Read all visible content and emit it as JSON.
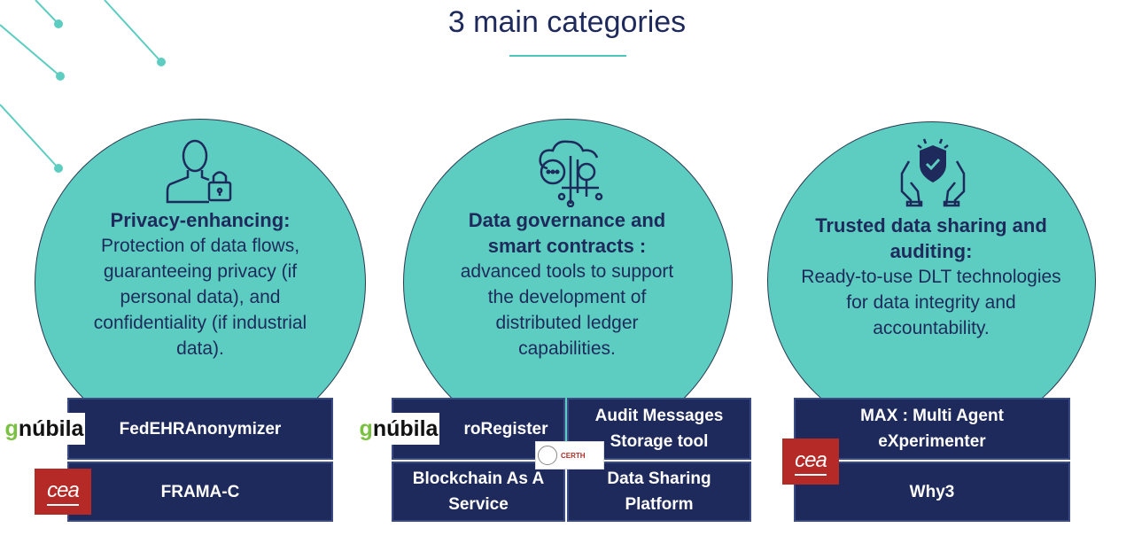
{
  "title": "3 main categories",
  "colors": {
    "navy": "#1f2a5c",
    "teal": "#5ccdc0",
    "accent_line": "#4cc5bd",
    "cea_red": "#b52a26",
    "gnubila_green": "#7ac142"
  },
  "categories": [
    {
      "icon": "user-lock-icon",
      "heading": "Privacy-enhancing:",
      "lines": [
        "Protection of data flows,",
        "guaranteeing privacy (if",
        "personal data), and",
        "confidentiality (if industrial",
        "data)."
      ]
    },
    {
      "icon": "cloud-network-icon",
      "heading_lines": [
        "Data governance and",
        "smart contracts :"
      ],
      "lines": [
        "advanced tools to support",
        "the development of",
        "distributed ledger",
        "capabilities."
      ]
    },
    {
      "icon": "hands-shield-icon",
      "heading_lines": [
        "Trusted data sharing and",
        "auditing:"
      ],
      "lines": [
        "Ready-to-use DLT technologies",
        "for data integrity and",
        "accountability."
      ]
    }
  ],
  "tools": {
    "fedehr": "FedEHRAnonymizer",
    "frama": "FRAMA-C",
    "proregister": "roRegister",
    "audit": [
      "Audit Messages",
      "Storage tool"
    ],
    "blockchain": [
      "Blockchain As A",
      "Service"
    ],
    "datasharing": [
      "Data Sharing",
      "Platform"
    ],
    "max": [
      "MAX : Multi Agent",
      "eXperimenter"
    ],
    "why3": "Why3"
  },
  "logos": {
    "gnubila_g": "g",
    "gnubila_rest": "núbila",
    "cea": "cea",
    "certh": "CERTH"
  }
}
